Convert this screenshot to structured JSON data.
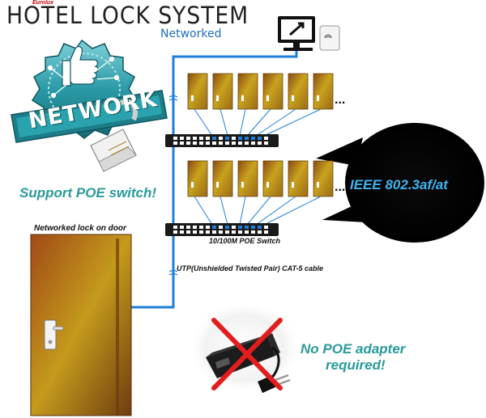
{
  "title": {
    "brand": "Eurolux",
    "main": "HOTEL LOCK SYSTEM",
    "sub": "Networked"
  },
  "badge": {
    "label": "NETWORK"
  },
  "labels": {
    "support_poe": "Support POE switch!",
    "door_caption": "Networked lock on door",
    "switch_caption": "10/100M POE Switch",
    "cable_caption": "UTP(Unshielded Twisted Pair) CAT-5 cable",
    "ieee": "IEEE 802.3af/at",
    "no_poe_line1": "No POE adapter",
    "no_poe_line2": "required!",
    "more_doors_row1": "...",
    "more_doors_row2": "..."
  },
  "colors": {
    "cable": "#1e7fd8",
    "door_wood": "#b88a1e",
    "badge_teal": "#1f8f9a",
    "accent_teal": "#2a9a9a",
    "ieee_blue": "#3fb3f0",
    "cross_red": "#e21d1d"
  },
  "icons": [
    "computer-monitor-icon",
    "card-reader-icon",
    "network-badge-icon",
    "thumbs-up-icon",
    "rj45-plug-icon",
    "poe-switch-icon",
    "door-lock-icon",
    "power-adapter-icon",
    "red-cross-icon"
  ]
}
